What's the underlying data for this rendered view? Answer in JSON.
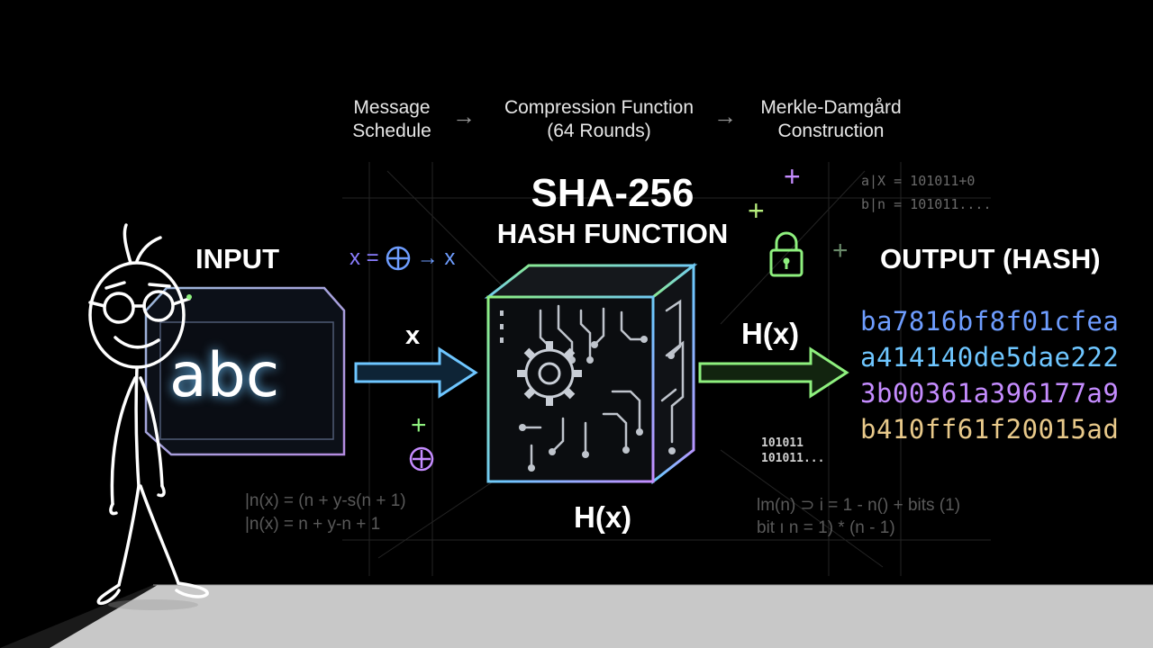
{
  "pipeline": {
    "step1": "Message\nSchedule",
    "step2": "Compression Function\n(64 Rounds)",
    "step3": "Merkle-Damgård\nConstruction",
    "arrow": "→"
  },
  "title": {
    "line1": "SHA-256",
    "line2": "HASH FUNCTION"
  },
  "input": {
    "label": "INPUT",
    "value": "abc",
    "arrow_label": "x"
  },
  "formula": {
    "x_left": "x =",
    "x_right": "→ x"
  },
  "output": {
    "label": "OUTPUT (HASH)",
    "arrow_label": "H(x)",
    "hash_lines": [
      "ba7816bf8f01cfea",
      "a414140de5dae222",
      "3b00361a396177a9",
      "b410ff61f20015ad"
    ]
  },
  "cube_label": "H(x)",
  "background": {
    "top_right_line1": "a|X = 101011+0",
    "top_right_line2": "b|n = 101011....",
    "bits_line1": "101011",
    "bits_line2": "101011...",
    "bottom_left_line1": "|n(x) = (n + y-s(n + 1)",
    "bottom_left_line2": "|n(x) = n + y-n + 1",
    "bottom_right_line1": "lm(n) ⊃ i = 1 - n() + bits (1)",
    "bottom_right_line2": "bit ı n = 1) * (n - 1)"
  },
  "colors": {
    "background": "#000000",
    "floor": "#c8c8c8",
    "input_arrow": "#6ec6ff",
    "output_arrow": "#8ef07e",
    "cube_gradient": [
      "#8ef07e",
      "#6ec6ff",
      "#c58cff"
    ],
    "hash_gradient": [
      "#6e9dff",
      "#6ec6ff",
      "#c58cff",
      "#f6d27a"
    ]
  },
  "icons": [
    "gear-icon",
    "circuit-icon",
    "lock-icon",
    "plus-icon",
    "xor-icon",
    "arrow-right-icon",
    "stick-figure-icon"
  ]
}
